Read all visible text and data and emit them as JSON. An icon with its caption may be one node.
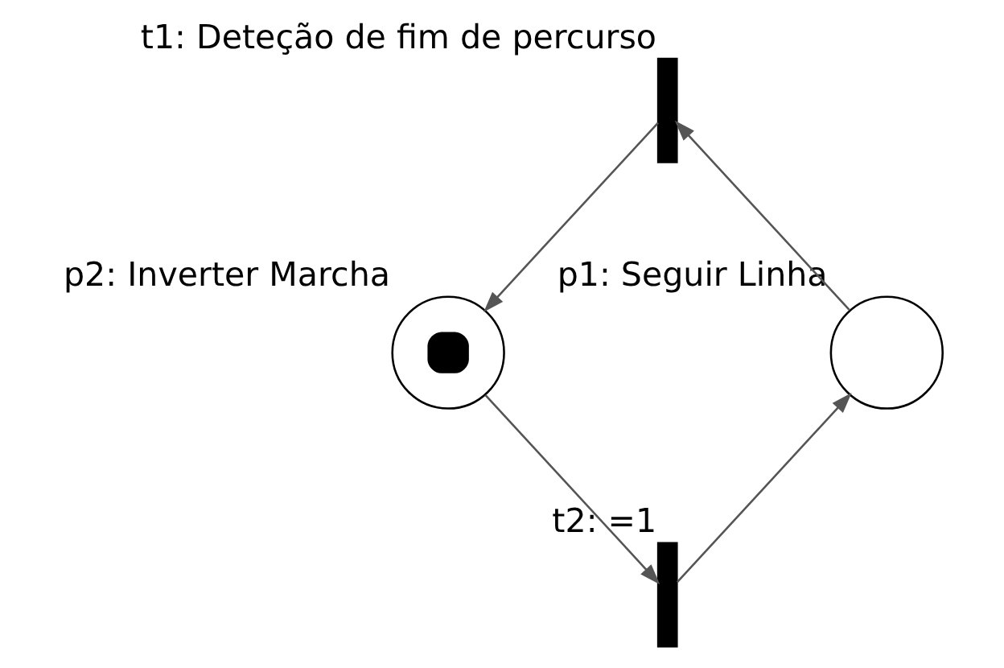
{
  "diagram": {
    "nodes": [
      {
        "text": [
          "t1: Deteção de fim de percurso"
        ]
      },
      {
        "text": [
          "p2: Inverter Marcha"
        ]
      },
      {
        "text": [
          "p1: Seguir Linha"
        ]
      },
      {
        "text": [
          "t2: =1"
        ]
      }
    ],
    "edges": [
      {
        "from": 2,
        "to": 0,
        "arrow": "to"
      },
      {
        "from": 0,
        "to": 1,
        "arrow": "to"
      },
      {
        "from": 1,
        "to": 3,
        "arrow": "to"
      },
      {
        "from": 3,
        "to": 2,
        "arrow": "to"
      }
    ]
  }
}
